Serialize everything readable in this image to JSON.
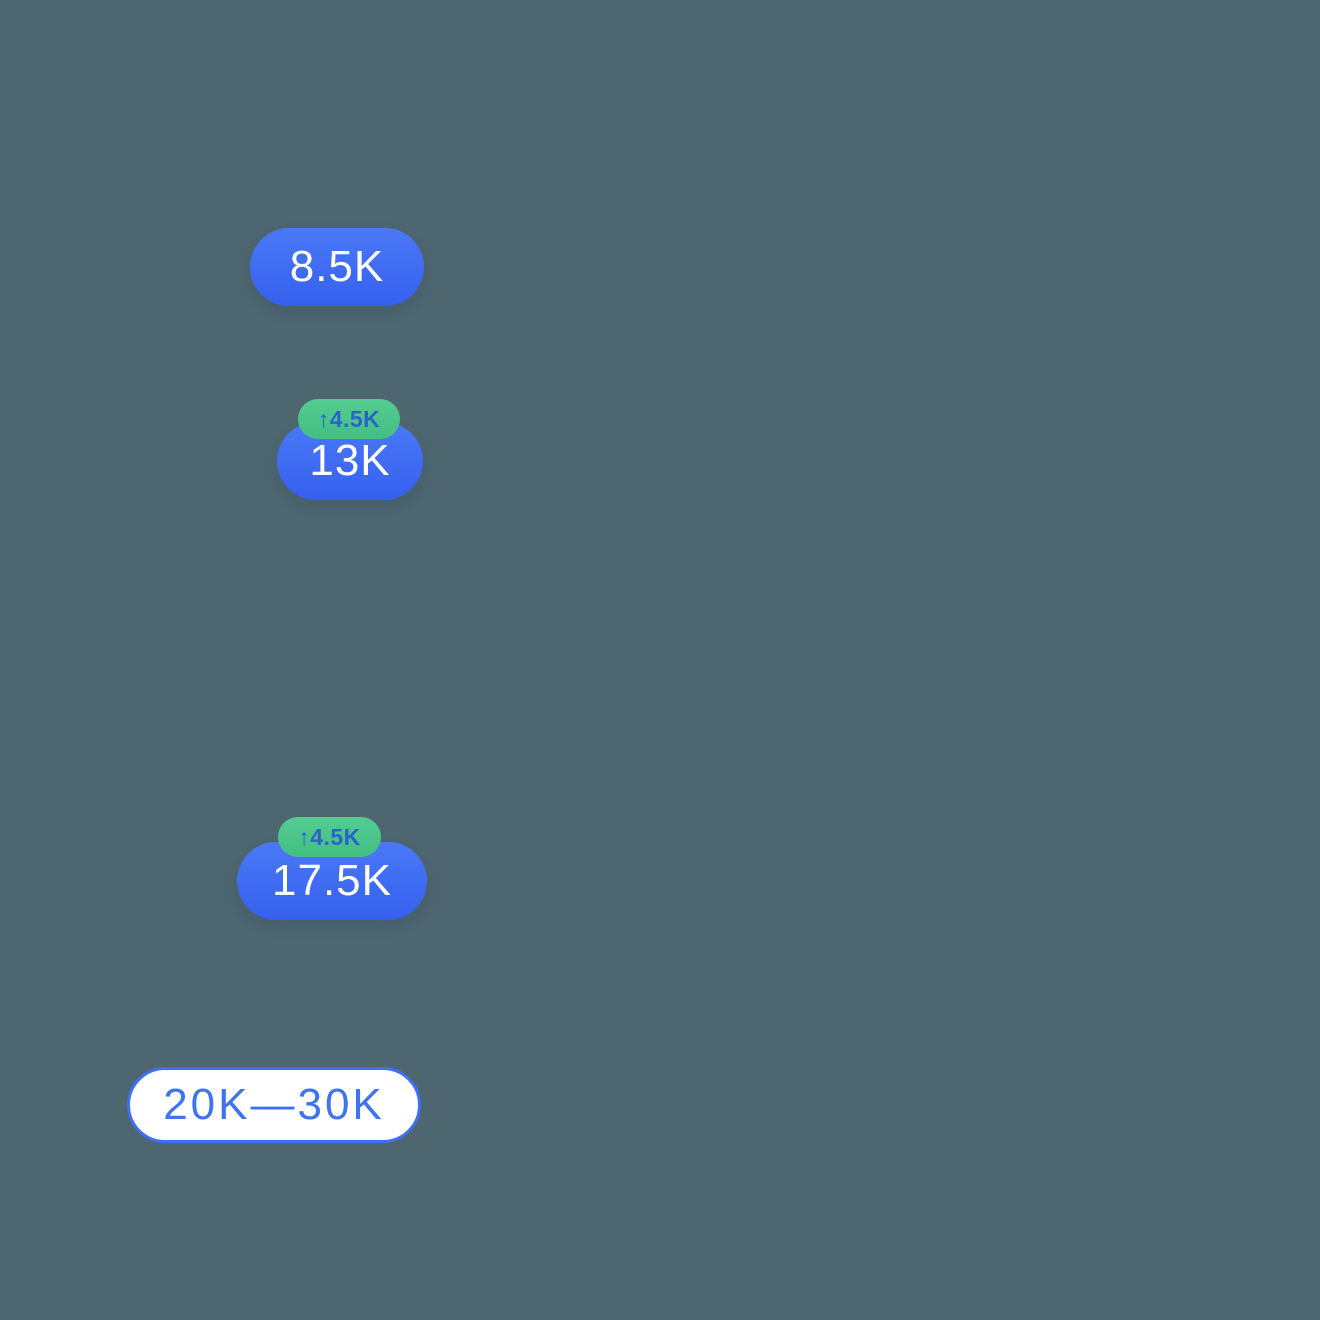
{
  "canvas": {
    "background_color": "#4D6670"
  },
  "colors": {
    "pill_blue_top": "#4A79F6",
    "pill_blue_bottom": "#3560EF",
    "pill_value_text": "#FFFFFF",
    "delta_green_top": "#53CC91",
    "delta_green_bottom": "#43BF83",
    "delta_text_blue": "#2B62CC",
    "outline_border_blue": "#3E6FF5",
    "outline_text_blue": "#3E74F2",
    "outline_fill": "#FFFFFF"
  },
  "badges": [
    {
      "value": "8.5K"
    },
    {
      "value": "13K",
      "delta": "↑4.5K"
    },
    {
      "value": "17.5K",
      "delta": "↑4.5K"
    },
    {
      "value": "20K—30K"
    }
  ]
}
